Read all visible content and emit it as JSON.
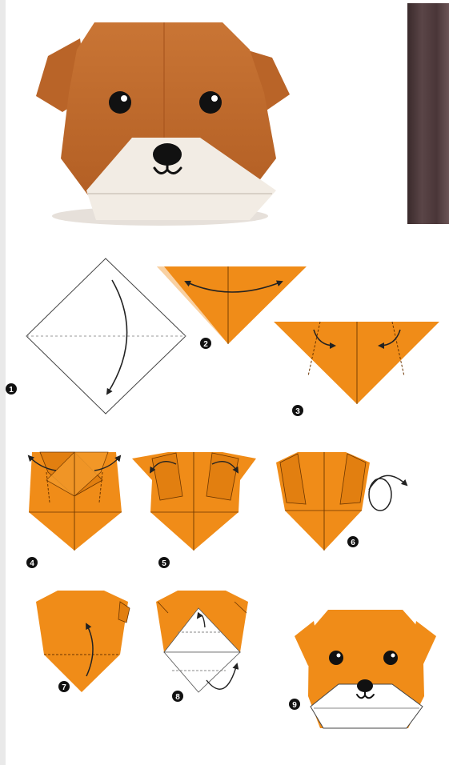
{
  "colors": {
    "paper_orange": "#f08c18",
    "photo_brown": "#c06a2e",
    "muzzle_white": "#f4efe8",
    "line": "#222222",
    "badge": "#111111"
  },
  "steps": [
    {
      "number": "1"
    },
    {
      "number": "2"
    },
    {
      "number": "3"
    },
    {
      "number": "4"
    },
    {
      "number": "5"
    },
    {
      "number": "6"
    },
    {
      "number": "7"
    },
    {
      "number": "8"
    },
    {
      "number": "9"
    }
  ],
  "icons": {
    "fold_arrow": "fold-arrow-icon",
    "turn_over": "turn-over-icon"
  }
}
